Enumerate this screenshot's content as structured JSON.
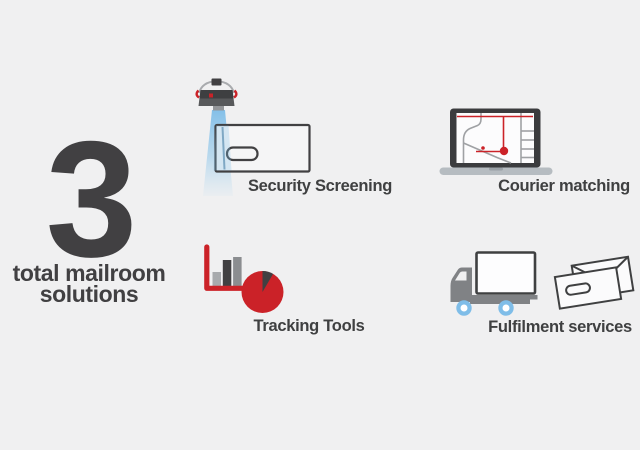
{
  "page": {
    "background_color": "#f0f0f1",
    "text_color": "#3f4041"
  },
  "stat": {
    "number": "3",
    "label_line1": "total mailroom",
    "label_line2": "solutions"
  },
  "items": [
    {
      "label": "Security Screening",
      "icon": "scanner-envelope-icon"
    },
    {
      "label": "Courier matching",
      "icon": "laptop-map-icon"
    },
    {
      "label": "Tracking Tools",
      "icon": "bar-pie-chart-icon"
    },
    {
      "label": "Fulfilment services",
      "icon": "truck-envelopes-icon"
    }
  ],
  "colors": {
    "accent_red": "#cb2228",
    "dark_gray": "#414042",
    "medium_gray": "#808285",
    "light_blue": "#7fbde8",
    "laptop_base_gray": "#b6bcc1"
  }
}
